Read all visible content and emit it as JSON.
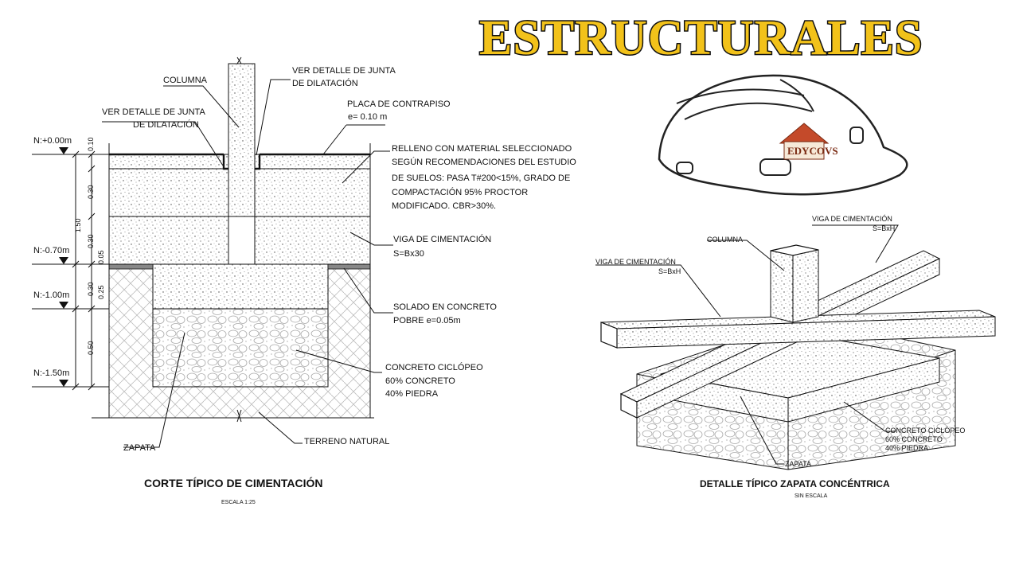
{
  "banner": {
    "title": "ESTRUCTURALES"
  },
  "section": {
    "title": "CORTE TÍPICO DE CIMENTACIÓN",
    "scale": "ESCALA 1:25",
    "levels": [
      "N:+0.00m",
      "N:-0.70m",
      "N:-1.00m",
      "N:-1.50m"
    ],
    "dimensions": [
      "0.10",
      "0.30",
      "1.50",
      "0.30",
      "0.05",
      "0.30",
      "0.25",
      "0.50"
    ],
    "labels": {
      "columna": "COLUMNA",
      "junta_left_1": "VER DETALLE DE JUNTA",
      "junta_left_2": "DE DILATACIÓN",
      "junta_right_1": "VER DETALLE DE JUNTA",
      "junta_right_2": "DE DILATACIÓN",
      "placa_1": "PLACA DE CONTRAPISO",
      "placa_2": "e= 0.10 m",
      "relleno": [
        "RELLENO CON MATERIAL SELECCIONADO",
        "SEGÚN RECOMENDACIONES DEL ESTUDIO",
        "DE SUELOS: PASA T#200<15%, GRADO DE",
        "COMPACTACIÓN 95% PROCTOR",
        "MODIFICADO.  CBR>30%."
      ],
      "viga_1": "VIGA DE CIMENTACIÓN",
      "viga_2": "S=Bx30",
      "solado_1": "SOLADO EN CONCRETO",
      "solado_2": "POBRE e=0.05m",
      "ciclopeo_1": "CONCRETO CICLÓPEO",
      "ciclopeo_2": "60% CONCRETO",
      "ciclopeo_3": "40% PIEDRA",
      "zapata": "ZAPATA",
      "terreno": "TERRENO NATURAL"
    }
  },
  "detail": {
    "title": "DETALLE TÍPICO ZAPATA CONCÉNTRICA",
    "scale": "SIN ESCALA",
    "labels": {
      "viga_top_1": "VIGA DE CIMENTACIÓN",
      "viga_top_2": "S=BxH",
      "columna": "COLUMNA",
      "viga_left_1": "VIGA DE CIMENTACIÓN",
      "viga_left_2": "S=BxH",
      "ciclopeo_1": "CONCRETO CICLÓPEO",
      "ciclopeo_2": "60% CONCRETO",
      "ciclopeo_3": "40% PIEDRA",
      "zapata": "ZAPATA"
    }
  },
  "helmet": {
    "logo_text": "EDYCOVS"
  },
  "colors": {
    "gold": "#f2c21a",
    "ink": "#111111"
  }
}
